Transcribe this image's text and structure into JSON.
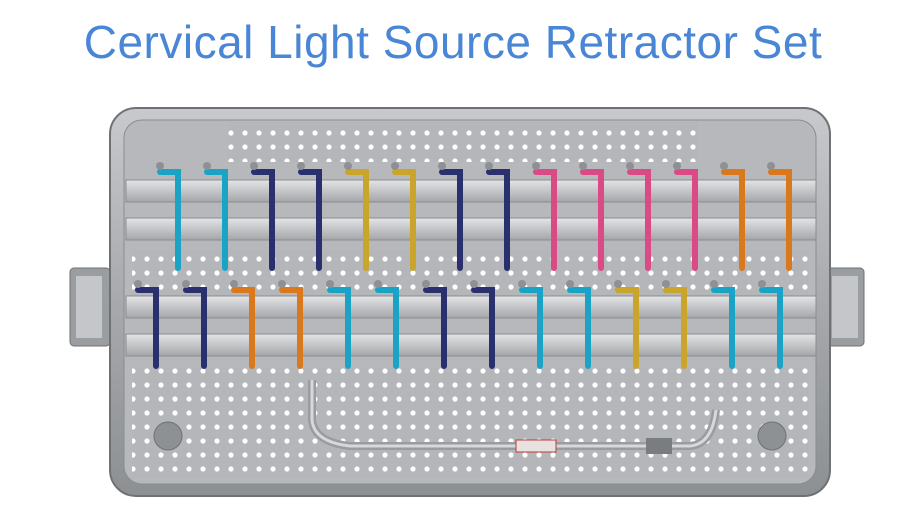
{
  "title": "Cervical Light Source Retractor Set",
  "colors": {
    "title": "#4a86d6",
    "tray": "#a9abae",
    "tray_dark": "#6f7275",
    "blade_blue": "#1ba3c6",
    "blade_navy": "#2a2f6e",
    "blade_gold": "#c9a52b",
    "blade_pink": "#d94a86",
    "blade_orange": "#d9781c"
  },
  "top_row_blades": [
    "blade_blue",
    "blade_blue",
    "blade_navy",
    "blade_navy",
    "blade_gold",
    "blade_gold",
    "blade_navy",
    "blade_navy",
    "blade_pink",
    "blade_pink",
    "blade_pink",
    "blade_pink",
    "blade_orange",
    "blade_orange"
  ],
  "bottom_row_blades": [
    "blade_navy",
    "blade_navy",
    "blade_orange",
    "blade_orange",
    "blade_blue",
    "blade_blue",
    "blade_navy",
    "blade_navy",
    "blade_blue",
    "blade_blue",
    "blade_gold",
    "blade_gold",
    "blade_blue",
    "blade_blue"
  ]
}
